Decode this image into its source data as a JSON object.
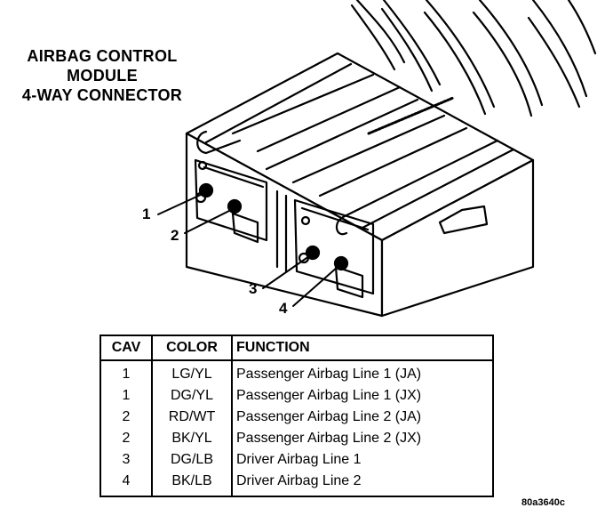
{
  "title": {
    "line1": "AIRBAG CONTROL",
    "line2": "MODULE",
    "line3": "4-WAY CONNECTOR"
  },
  "callouts": [
    "1",
    "2",
    "3",
    "4"
  ],
  "table": {
    "headers": {
      "cav": "CAV",
      "color": "COLOR",
      "function": "FUNCTION"
    },
    "rows": [
      {
        "cav": "1",
        "color": "LG/YL",
        "function": "Passenger Airbag Line 1 (JA)"
      },
      {
        "cav": "1",
        "color": "DG/YL",
        "function": "Passenger Airbag Line 1 (JX)"
      },
      {
        "cav": "2",
        "color": "RD/WT",
        "function": "Passenger Airbag Line 2 (JA)"
      },
      {
        "cav": "2",
        "color": "BK/YL",
        "function": "Passenger Airbag Line 2 (JX)"
      },
      {
        "cav": "3",
        "color": "DG/LB",
        "function": "Driver Airbag Line 1"
      },
      {
        "cav": "4",
        "color": "BK/LB",
        "function": "Driver Airbag Line 2"
      }
    ]
  },
  "figure_code": "80a3640c"
}
